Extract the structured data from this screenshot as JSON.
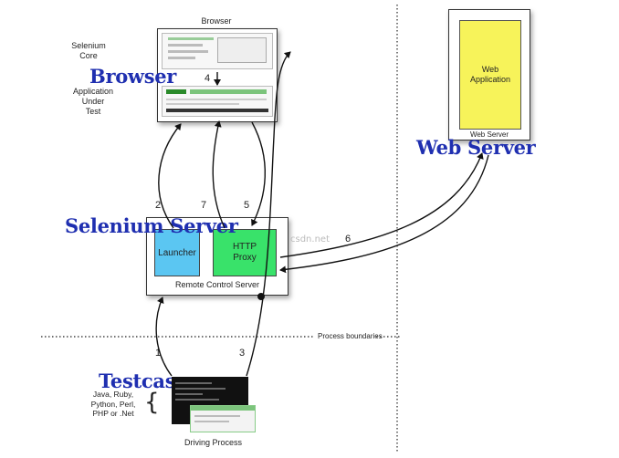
{
  "browser": {
    "title": "Browser",
    "core_label": "Selenium\nCore",
    "aut_label": "Application\nUnder\nTest",
    "big_label": "Browser",
    "step": "4"
  },
  "web_server": {
    "app_label": "Web\nApplication",
    "server_label": "Web Server",
    "big_label": "Web Server"
  },
  "selenium_server": {
    "big_label": "Selenium Server",
    "launcher_label": "Launcher",
    "proxy_label": "HTTP\nProxy",
    "rc_label": "Remote Control Server",
    "watermark": "csdn.net"
  },
  "steps": {
    "s1": "1",
    "s2": "2",
    "s3": "3",
    "s5": "5",
    "s6": "6",
    "s7": "7"
  },
  "process_boundaries": "Process boundaries",
  "testcase": {
    "big_label": "Testcase",
    "languages": "Java, Ruby,\nPython, Perl,\nPHP or .Net",
    "brace": "{",
    "driving_label": "Driving Process"
  },
  "colors": {
    "label_blue": "#1f2fb0",
    "launcher_blue": "#5bc6f2",
    "proxy_green": "#39e26a",
    "webapp_yellow": "#f7f35a"
  }
}
